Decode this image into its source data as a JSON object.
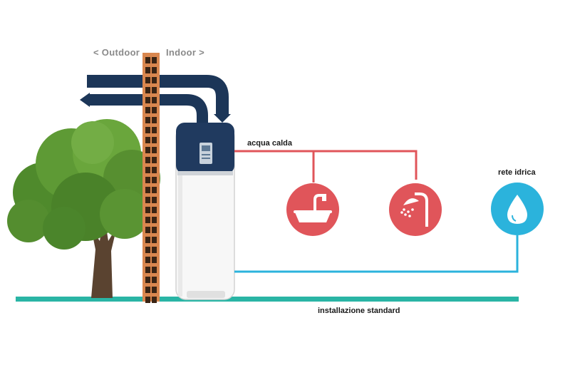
{
  "labels": {
    "outdoor": "< Outdoor",
    "indoor": "Indoor >",
    "hot_water": "acqua calda",
    "water_mains": "rete idrica",
    "installation": "installazione standard"
  },
  "colors": {
    "hot_line": "#e0555a",
    "cold_line": "#2bb3dc",
    "floor": "#2ab5a5",
    "duct": "#1c3658",
    "brick": "#d9874f",
    "tank": "#ffffff",
    "tank_top": "#203a5f"
  },
  "icons": [
    "tree-icon",
    "brick-wall-icon",
    "heat-pump-tank-icon",
    "sink-faucet-icon",
    "shower-icon",
    "water-drop-icon"
  ]
}
